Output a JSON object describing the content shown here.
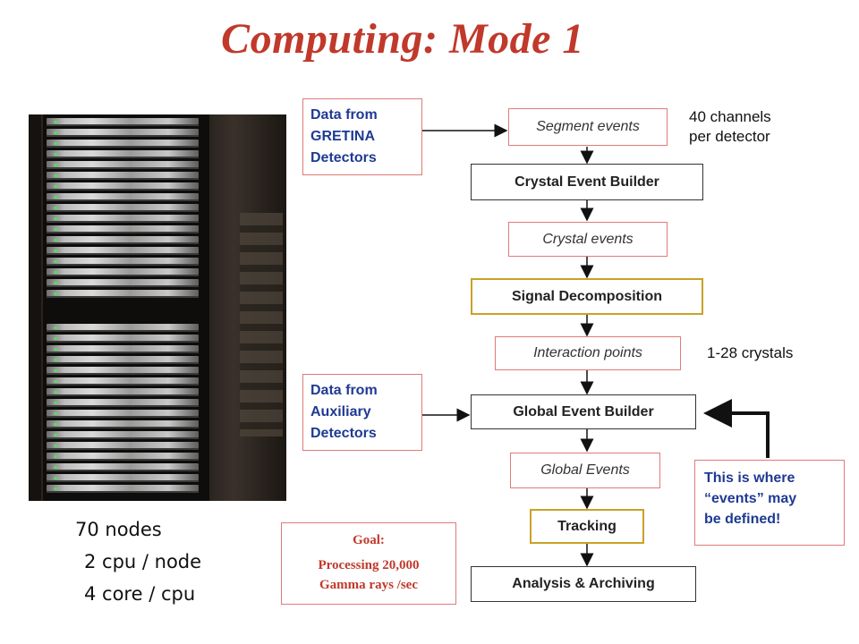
{
  "title": "Computing: Mode 1",
  "nodes": {
    "line1": "70 nodes",
    "line2": "2 cpu / node",
    "line3": "4 core / cpu"
  },
  "sources": {
    "gretina": [
      "Data from",
      "GRETINA",
      "Detectors"
    ],
    "auxiliary": [
      "Data from",
      "Auxiliary",
      "Detectors"
    ]
  },
  "flow": {
    "segment_events": "Segment events",
    "crystal_event_builder": "Crystal Event Builder",
    "crystal_events": "Crystal events",
    "signal_decomposition": "Signal Decomposition",
    "interaction_points": "Interaction points",
    "global_event_builder": "Global Event Builder",
    "global_events": "Global Events",
    "tracking": "Tracking",
    "analysis_archiving": "Analysis & Archiving"
  },
  "notes": {
    "channels": [
      "40 channels",
      "per detector"
    ],
    "crystals": "1-28 crystals"
  },
  "goal": {
    "label": "Goal:",
    "line1": "Processing 20,000",
    "line2": "Gamma rays /sec"
  },
  "callout": [
    "This is where",
    "“events” may",
    "be defined!"
  ],
  "colors": {
    "title": "#c0392b",
    "source_text": "#1f3a93",
    "event_border": "#e07a7a",
    "highlight_border": "#c9a227"
  },
  "rack_units": 36
}
